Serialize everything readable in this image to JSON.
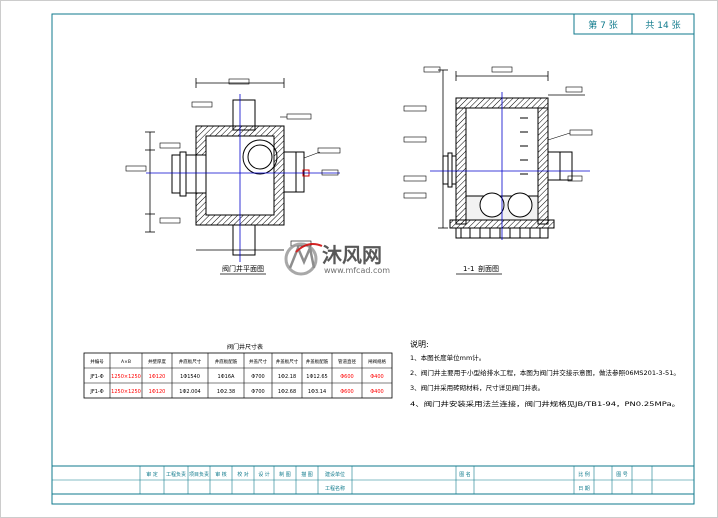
{
  "sheet": {
    "page_label": "第  7  张",
    "total_label": "共  14  张"
  },
  "plan_view": {
    "caption": "阀门井平面图"
  },
  "section_view": {
    "caption_num": "1-1",
    "caption_text": "剖面图"
  },
  "watermark": {
    "brand": "沐风网",
    "url": "www.mfcad.com"
  },
  "table": {
    "title": "阀门井尺寸表",
    "headers": [
      "井编号",
      "A×B",
      "井壁厚度",
      "井底板尺寸",
      "井底板配筋",
      "井盖尺寸",
      "井盖板尺寸",
      "井盖板配筋",
      "管道直径",
      "闸阀规格"
    ],
    "rows": [
      [
        "JF1-Φ",
        "1250×1250",
        "1Φ120",
        "1Φ1540",
        "1Φ16A",
        "Φ700",
        "1Φ2.18",
        "1Φ12.65",
        "Φ600",
        "Φ400"
      ],
      [
        "JF1-Φ",
        "1250×1250",
        "1Φ120",
        "1Φ2.004",
        "1Φ2.38",
        "Φ700",
        "1Φ2.68",
        "1Φ3.14",
        "Φ600",
        "Φ400"
      ]
    ]
  },
  "notes": {
    "title": "说明:",
    "items": [
      "1、本图长度单位mm计。",
      "2、阀门井主要用于小型给排水工程，本图为阀门井交接示意图，做法参照06MS201-3-51。",
      "3、阀门井采用砖砌材料，尺寸详见阀门井表。",
      "4、阀门井安装采用法兰连接，阀门井规格见JB/TB1-94，PN0.25MPa。"
    ]
  },
  "title_block": {
    "labels": [
      "审 定",
      "工程负责",
      "项目负责",
      "审 核",
      "校 对",
      "设 计",
      "制 图",
      "描 图",
      "建设单位",
      "工程名称",
      "图 名",
      "比 例",
      "图 号",
      "日 期"
    ]
  },
  "colors": {
    "border": "#0f7a8c",
    "lines": "#000000",
    "table_values": "#ff0000",
    "brand": "#3b3b3b",
    "centerline": "#0000cc",
    "pipe_rect": "#cc0000"
  }
}
